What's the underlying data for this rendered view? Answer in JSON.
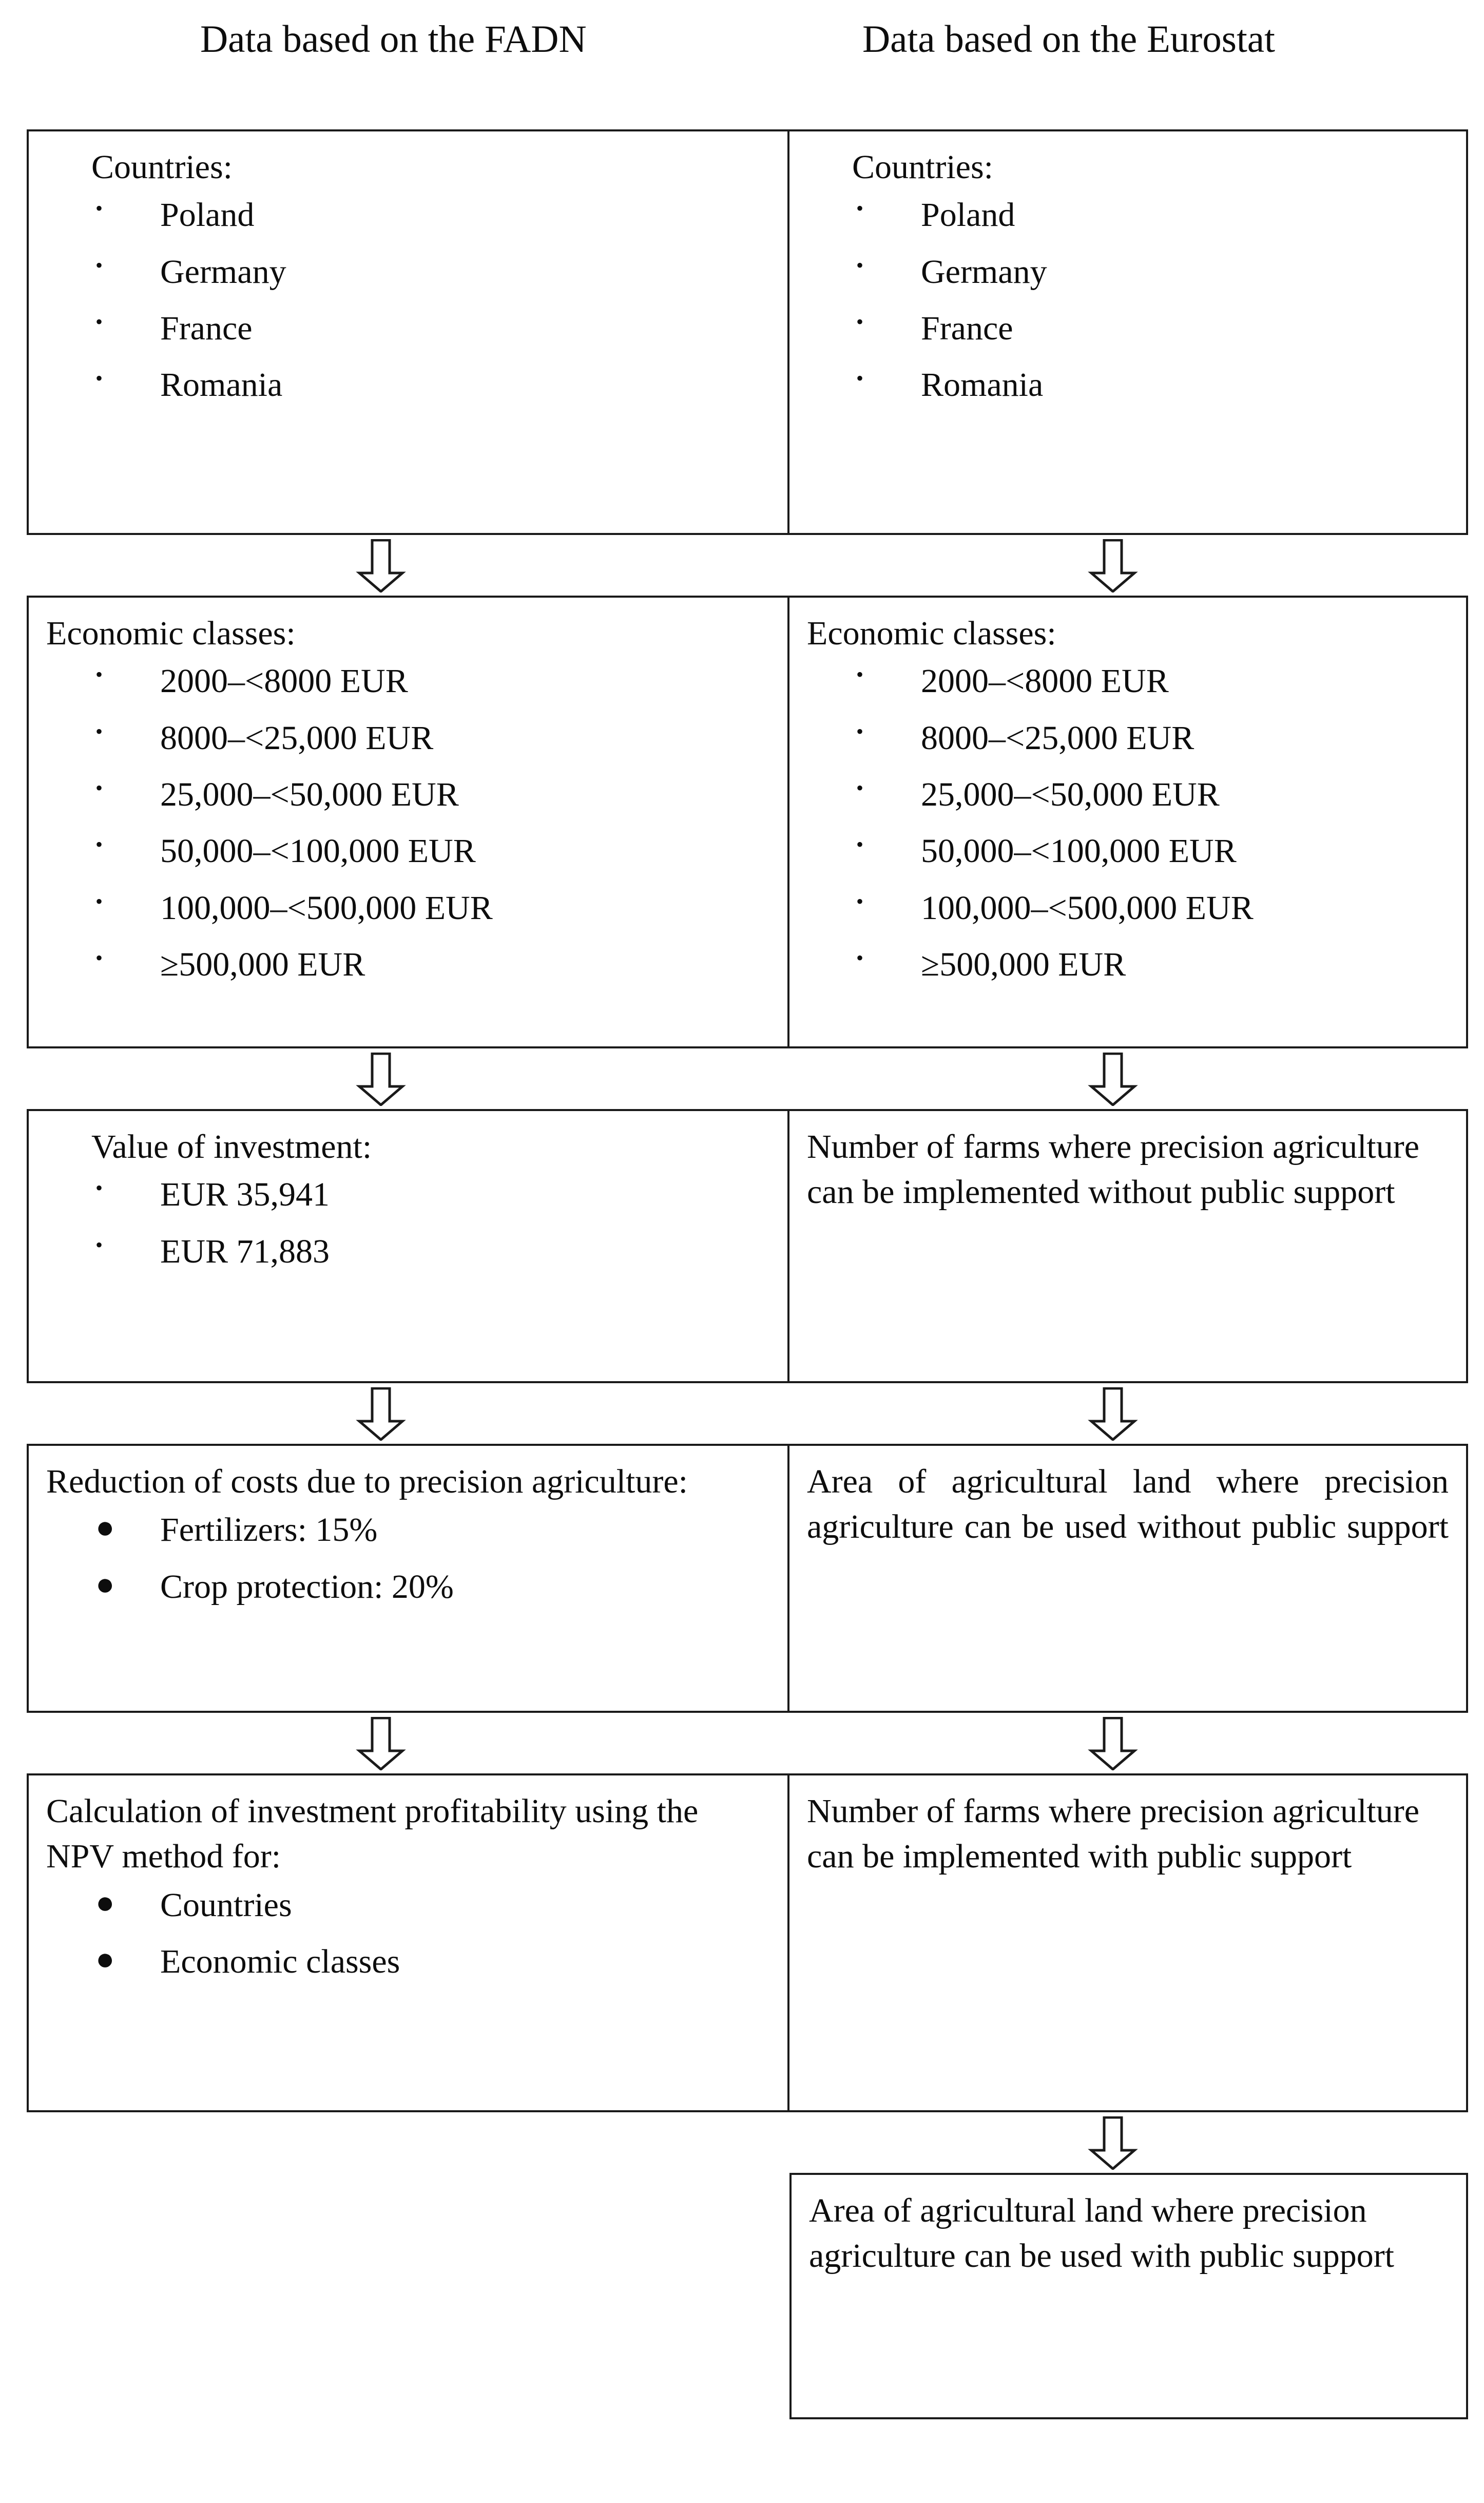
{
  "headers": {
    "left": "Data based on the FADN",
    "right": "Data based on the Eurostat"
  },
  "icons": {
    "down_arrow": "down-block-arrow-icon",
    "bullet_hollow": "•",
    "bullet_solid": "●"
  },
  "rows": [
    {
      "left": {
        "title": "Countries:",
        "items": [
          "Poland",
          "Germany",
          "France",
          "Romania"
        ]
      },
      "right": {
        "title": "Countries:",
        "items": [
          "Poland",
          "Germany",
          "France",
          "Romania"
        ]
      }
    },
    {
      "left": {
        "title": "Economic classes:",
        "items": [
          "2000–<8000 EUR",
          "8000–<25,000 EUR",
          "25,000–<50,000 EUR",
          "50,000–<100,000 EUR",
          "100,000–<500,000 EUR",
          "≥500,000 EUR"
        ]
      },
      "right": {
        "title": "Economic classes:",
        "items": [
          "2000–<8000 EUR",
          "8000–<25,000 EUR",
          "25,000–<50,000 EUR",
          "50,000–<100,000 EUR",
          "100,000–<500,000 EUR",
          "≥500,000 EUR"
        ]
      }
    },
    {
      "left": {
        "title": "Value of investment:",
        "items": [
          "EUR 35,941",
          "EUR 71,883"
        ]
      },
      "right": {
        "text": "Number of farms where precision agriculture can be implemented without public support"
      }
    },
    {
      "left": {
        "text": "Reduction of costs due to precision agriculture:",
        "items": [
          "Fertilizers: 15%",
          "Crop protection: 20%"
        ]
      },
      "right": {
        "text": "Area of  agricultural land  where precision agriculture can be used without public support"
      }
    },
    {
      "left": {
        "text": "Calculation of investment profitability using the NPV method for:",
        "items": [
          "Countries",
          "Economic classes"
        ]
      },
      "right": {
        "text": "Number of farms where precision agriculture can be implemented with public support"
      }
    },
    {
      "right": {
        "text": "Area of agricultural land where precision agriculture can be used with public support"
      }
    }
  ]
}
